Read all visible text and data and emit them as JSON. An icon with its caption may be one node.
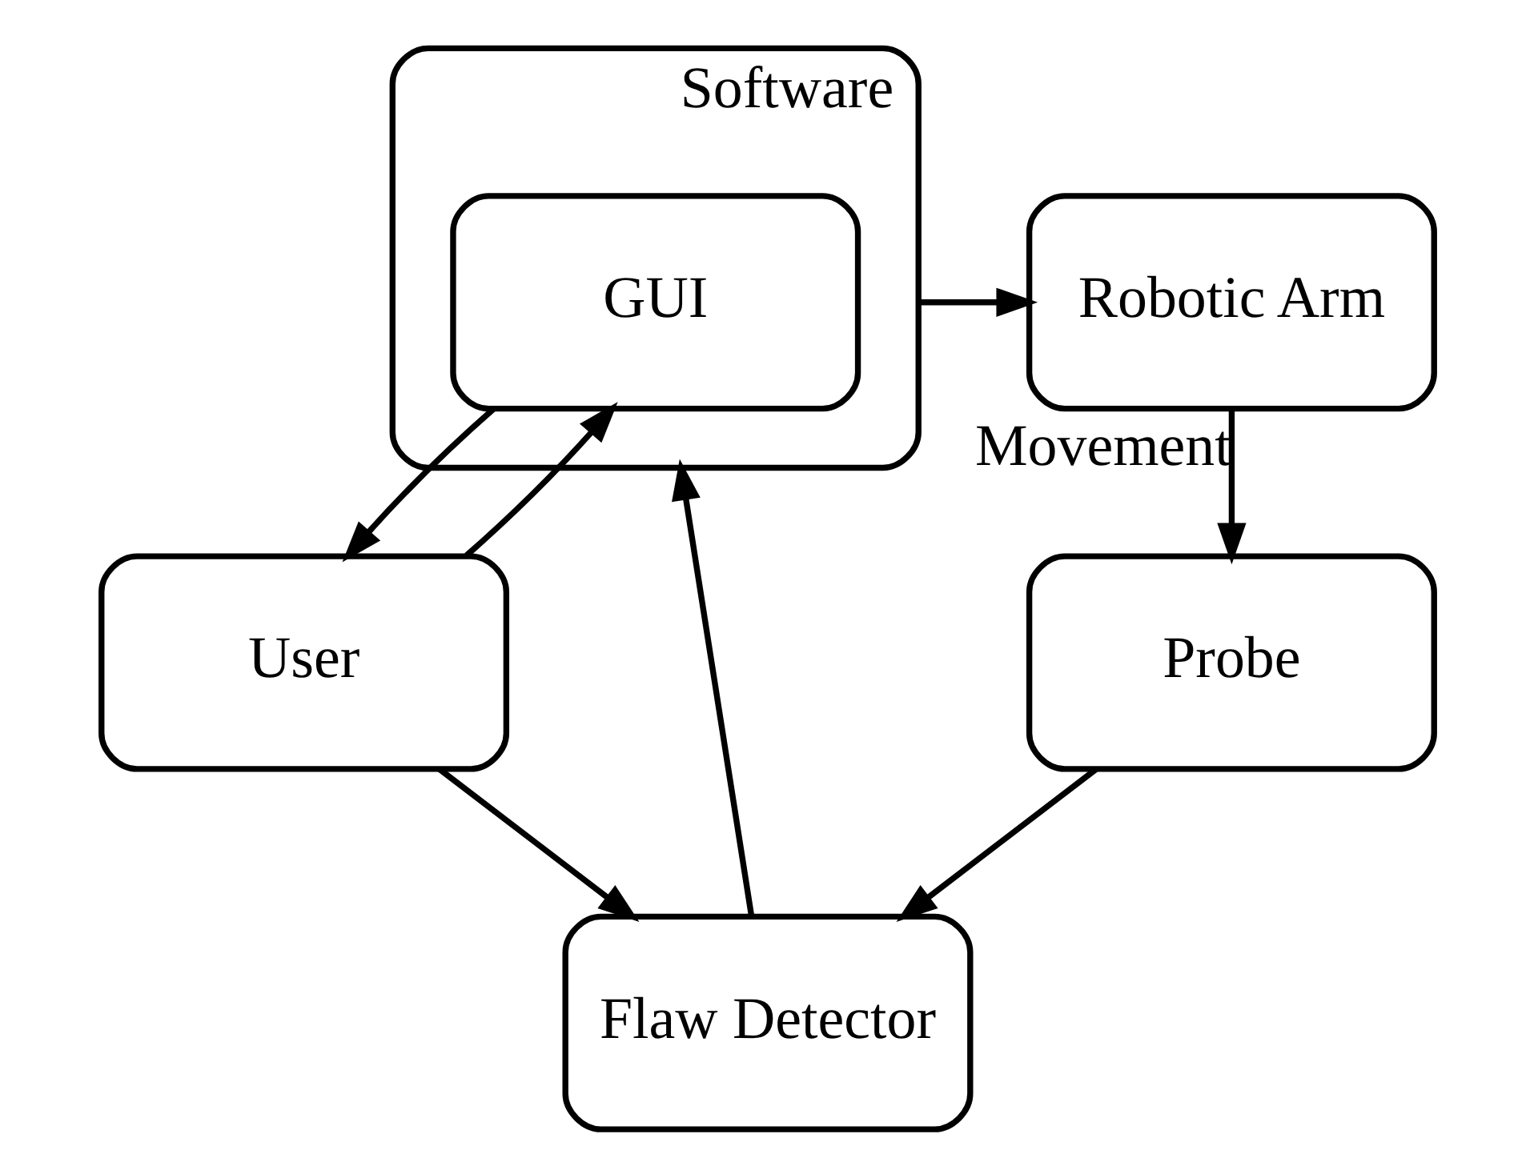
{
  "diagram": {
    "nodes": [
      {
        "text": [
          "User"
        ]
      },
      {
        "text": [
          "Software"
        ]
      },
      {
        "text": [
          "GUI"
        ],
        "in": 1
      },
      {
        "text": [
          "Flaw Detector"
        ]
      },
      {
        "text": [
          "Robotic Arm"
        ]
      },
      {
        "text": [
          "Probe"
        ]
      }
    ],
    "edges": [
      {
        "from": 0,
        "to": 2,
        "arrow": "to"
      },
      {
        "from": 2,
        "to": 0,
        "arrow": "to"
      },
      {
        "from": 0,
        "to": 3,
        "arrow": "to"
      },
      {
        "from": 3,
        "to": 1,
        "arrow": "to"
      },
      {
        "from": 1,
        "to": 4,
        "arrow": "to"
      },
      {
        "from": 4,
        "to": 5,
        "arrow": "to",
        "label": "Movement"
      },
      {
        "from": 5,
        "to": 3,
        "arrow": "to"
      }
    ]
  }
}
